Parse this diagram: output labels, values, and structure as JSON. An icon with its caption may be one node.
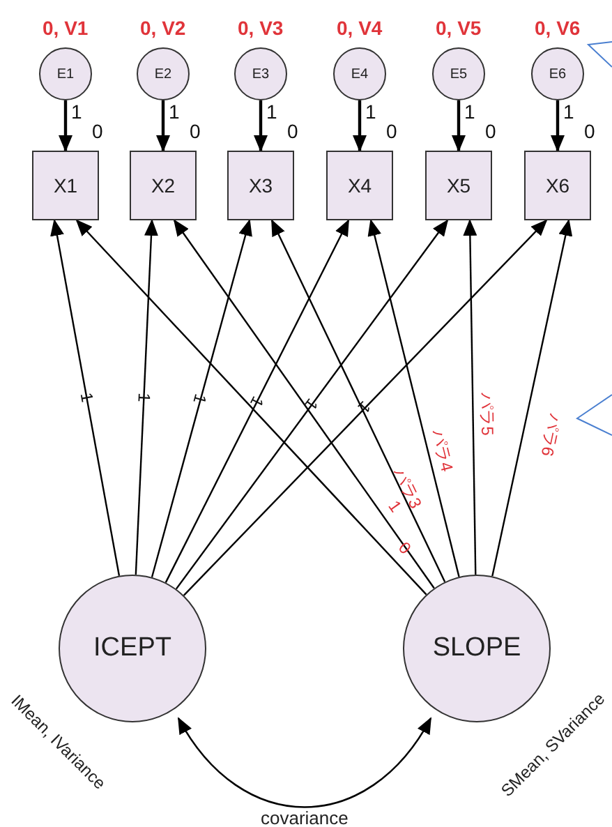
{
  "diagram": {
    "nodes": [
      {
        "text": [
          "E1"
        ],
        "beside": [
          "0, V1"
        ]
      },
      {
        "text": [
          "E2"
        ],
        "beside": [
          "0, V2"
        ]
      },
      {
        "text": [
          "E3"
        ],
        "beside": [
          "0, V3"
        ]
      },
      {
        "text": [
          "E4"
        ],
        "beside": [
          "0, V4"
        ]
      },
      {
        "text": [
          "E5"
        ],
        "beside": [
          "0, V5"
        ]
      },
      {
        "text": [
          "E6"
        ],
        "beside": [
          "0, V6"
        ]
      },
      {
        "text": [
          "X1"
        ],
        "beside": [
          "0"
        ]
      },
      {
        "text": [
          "X2"
        ],
        "beside": [
          "0"
        ]
      },
      {
        "text": [
          "X3"
        ],
        "beside": [
          "0"
        ]
      },
      {
        "text": [
          "X4"
        ],
        "beside": [
          "0"
        ]
      },
      {
        "text": [
          "X5"
        ],
        "beside": [
          "0"
        ]
      },
      {
        "text": [
          "X6"
        ],
        "beside": [
          "0"
        ]
      },
      {
        "text": [
          "ICEPT"
        ],
        "beside": [
          "IMean, IVariance"
        ]
      },
      {
        "text": [
          "SLOPE"
        ],
        "beside": [
          "SMean, SVariance"
        ]
      }
    ],
    "edges": [
      {
        "from": 0,
        "to": 6,
        "arrow": "to",
        "label": "1"
      },
      {
        "from": 1,
        "to": 7,
        "arrow": "to",
        "label": "1"
      },
      {
        "from": 2,
        "to": 8,
        "arrow": "to",
        "label": "1"
      },
      {
        "from": 3,
        "to": 9,
        "arrow": "to",
        "label": "1"
      },
      {
        "from": 4,
        "to": 10,
        "arrow": "to",
        "label": "1"
      },
      {
        "from": 5,
        "to": 11,
        "arrow": "to",
        "label": "1"
      },
      {
        "from": 12,
        "to": 6,
        "arrow": "to",
        "label": "1"
      },
      {
        "from": 12,
        "to": 7,
        "arrow": "to",
        "label": "1"
      },
      {
        "from": 12,
        "to": 8,
        "arrow": "to",
        "label": "1"
      },
      {
        "from": 12,
        "to": 9,
        "arrow": "to",
        "label": "1"
      },
      {
        "from": 12,
        "to": 10,
        "arrow": "to",
        "label": "1"
      },
      {
        "from": 12,
        "to": 11,
        "arrow": "to",
        "label": "1"
      },
      {
        "from": 13,
        "to": 6,
        "arrow": "to",
        "label": "0"
      },
      {
        "from": 13,
        "to": 7,
        "arrow": "to",
        "label": "1"
      },
      {
        "from": 13,
        "to": 8,
        "arrow": "to",
        "label": "パラ3"
      },
      {
        "from": 13,
        "to": 9,
        "arrow": "to",
        "label": "パラ4"
      },
      {
        "from": 13,
        "to": 10,
        "arrow": "to",
        "label": "パラ5"
      },
      {
        "from": 13,
        "to": 11,
        "arrow": "to",
        "label": "パラ6"
      },
      {
        "from": 12,
        "to": 13,
        "arrow": "both",
        "label": "covariance"
      }
    ]
  }
}
